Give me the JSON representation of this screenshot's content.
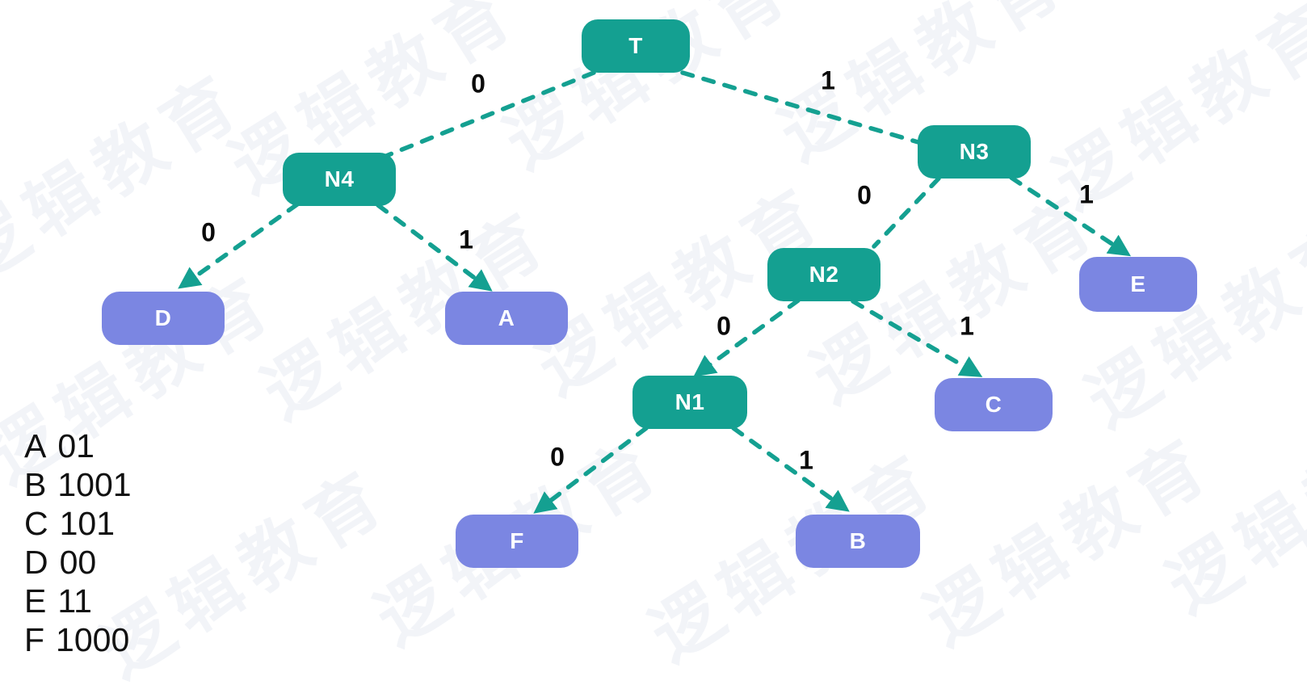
{
  "watermark": {
    "text": "逻辑教育"
  },
  "colors": {
    "background": "#ffffff",
    "internal_node": "#14a091",
    "leaf_node": "#7b86e2",
    "edge": "#14a091",
    "node_text": "#ffffff",
    "edge_label_text": "#0a0a0a",
    "code_text": "#111111",
    "watermark_text": "#e9ecf3"
  },
  "tree": {
    "nodes": [
      {
        "id": "T",
        "label": "T",
        "type": "internal"
      },
      {
        "id": "N4",
        "label": "N4",
        "type": "internal"
      },
      {
        "id": "N3",
        "label": "N3",
        "type": "internal"
      },
      {
        "id": "N2",
        "label": "N2",
        "type": "internal"
      },
      {
        "id": "N1",
        "label": "N1",
        "type": "internal"
      },
      {
        "id": "D",
        "label": "D",
        "type": "leaf"
      },
      {
        "id": "A",
        "label": "A",
        "type": "leaf"
      },
      {
        "id": "E",
        "label": "E",
        "type": "leaf"
      },
      {
        "id": "C",
        "label": "C",
        "type": "leaf"
      },
      {
        "id": "F",
        "label": "F",
        "type": "leaf"
      },
      {
        "id": "B",
        "label": "B",
        "type": "leaf"
      }
    ],
    "edges": [
      {
        "from": "T",
        "to": "N4",
        "label": "0"
      },
      {
        "from": "T",
        "to": "N3",
        "label": "1"
      },
      {
        "from": "N4",
        "to": "D",
        "label": "0"
      },
      {
        "from": "N4",
        "to": "A",
        "label": "1"
      },
      {
        "from": "N3",
        "to": "N2",
        "label": "0"
      },
      {
        "from": "N3",
        "to": "E",
        "label": "1"
      },
      {
        "from": "N2",
        "to": "N1",
        "label": "0"
      },
      {
        "from": "N2",
        "to": "C",
        "label": "1"
      },
      {
        "from": "N1",
        "to": "F",
        "label": "0"
      },
      {
        "from": "N1",
        "to": "B",
        "label": "1"
      }
    ]
  },
  "codes": [
    {
      "symbol": "A",
      "code": "01"
    },
    {
      "symbol": "B",
      "code": "1001"
    },
    {
      "symbol": "C",
      "code": "101"
    },
    {
      "symbol": "D",
      "code": "00"
    },
    {
      "symbol": "E",
      "code": "11"
    },
    {
      "symbol": "F",
      "code": "1000"
    }
  ]
}
